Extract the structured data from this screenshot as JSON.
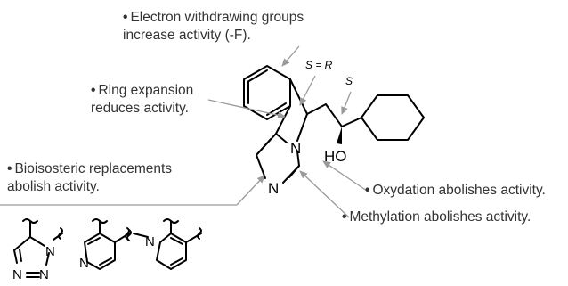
{
  "notes": {
    "electron_withdrawing": {
      "bullet": "•",
      "line1": "Electron withdrawing groups",
      "line2": "increase activity (-F)."
    },
    "ring_expansion": {
      "bullet": "•",
      "line1": "Ring expansion",
      "line2": "reduces activity."
    },
    "bioisosteric": {
      "bullet": "•",
      "line1": "Bioisosteric replacements",
      "line2": "abolish activity."
    },
    "oxydation": {
      "bullet": "•",
      "line1": "Oxydation abolishes activity."
    },
    "methylation": {
      "bullet": "•",
      "line1": "Methylation abolishes activity."
    }
  },
  "stereo_labels": {
    "s_equals_r": "S = R",
    "s": "S"
  },
  "atoms": {
    "imidazole_n_top": "N",
    "imidazole_n_bottom": "N",
    "hydroxyl": "HO",
    "triazole_n1": "N",
    "triazole_n2": "N",
    "triazole_n3": "N",
    "pyridine_a_n": "N",
    "pyridine_b_n": "N"
  }
}
